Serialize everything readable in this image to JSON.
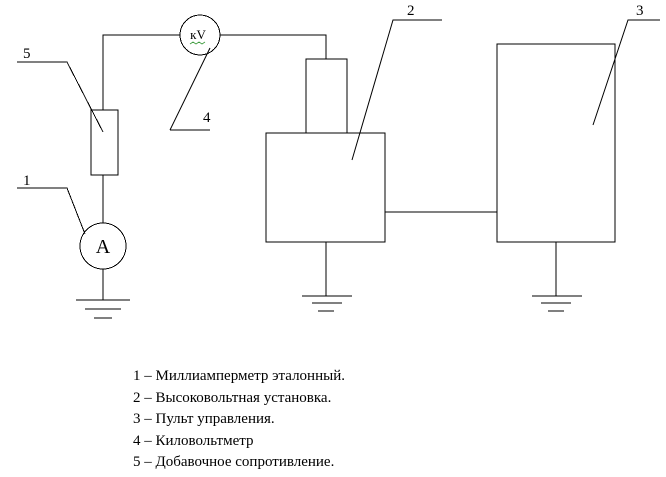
{
  "diagram": {
    "callouts": {
      "n1": "1",
      "n2": "2",
      "n3": "3",
      "n4": "4",
      "n5": "5"
    },
    "ammeter_symbol": "A",
    "voltmeter_symbol": "кV"
  },
  "legend": {
    "items": [
      "1 – Миллиамперметр эталонный.",
      "2 – Высоковольтная установка.",
      "3 – Пульт управления.",
      "4 – Киловольтметр",
      "5 – Добавочное сопротивление."
    ]
  }
}
